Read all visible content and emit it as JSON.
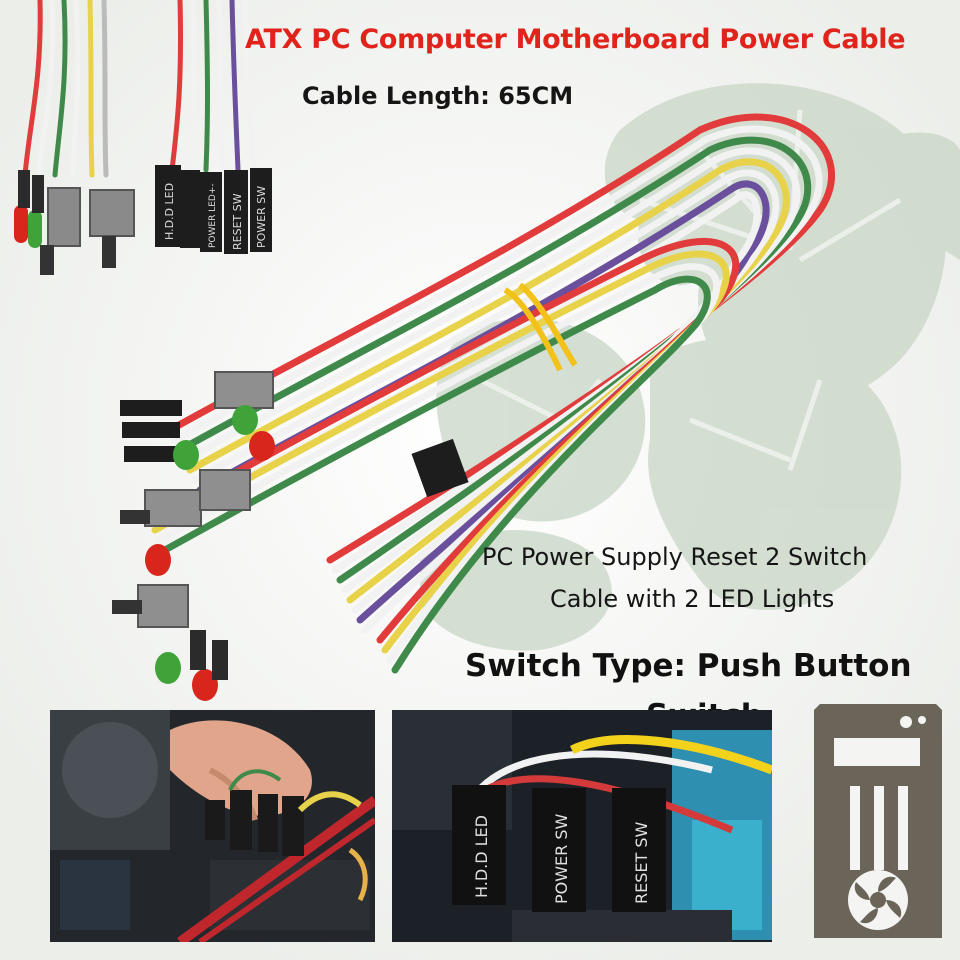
{
  "title": "ATX PC Computer Motherboard Power Cable",
  "cable_length": "Cable Length: 65CM",
  "description_line1": "PC Power Supply Reset 2 Switch",
  "description_line2": "Cable with 2 LED Lights",
  "switch_type_line1": "Switch Type:  Push Button",
  "switch_type_line2": "Switch",
  "connector_labels": {
    "hdd_led": "H.D.D LED",
    "power_led": "POWER LED+-",
    "reset_sw": "RESET SW",
    "power_sw": "POWER SW"
  },
  "colors": {
    "title_red": "#e0241c",
    "wire_red": "#e23b3b",
    "wire_yellow": "#e8d24a",
    "wire_green": "#3f8a4a",
    "wire_purple": "#6a4f9c",
    "wire_white": "#f2f2f2",
    "wire_gray": "#9a9a9a",
    "case_icon": "#6b6459",
    "leaf_green": "#c9d6c8"
  },
  "icons": [
    "pc-case-icon",
    "cooling-fan-icon"
  ]
}
